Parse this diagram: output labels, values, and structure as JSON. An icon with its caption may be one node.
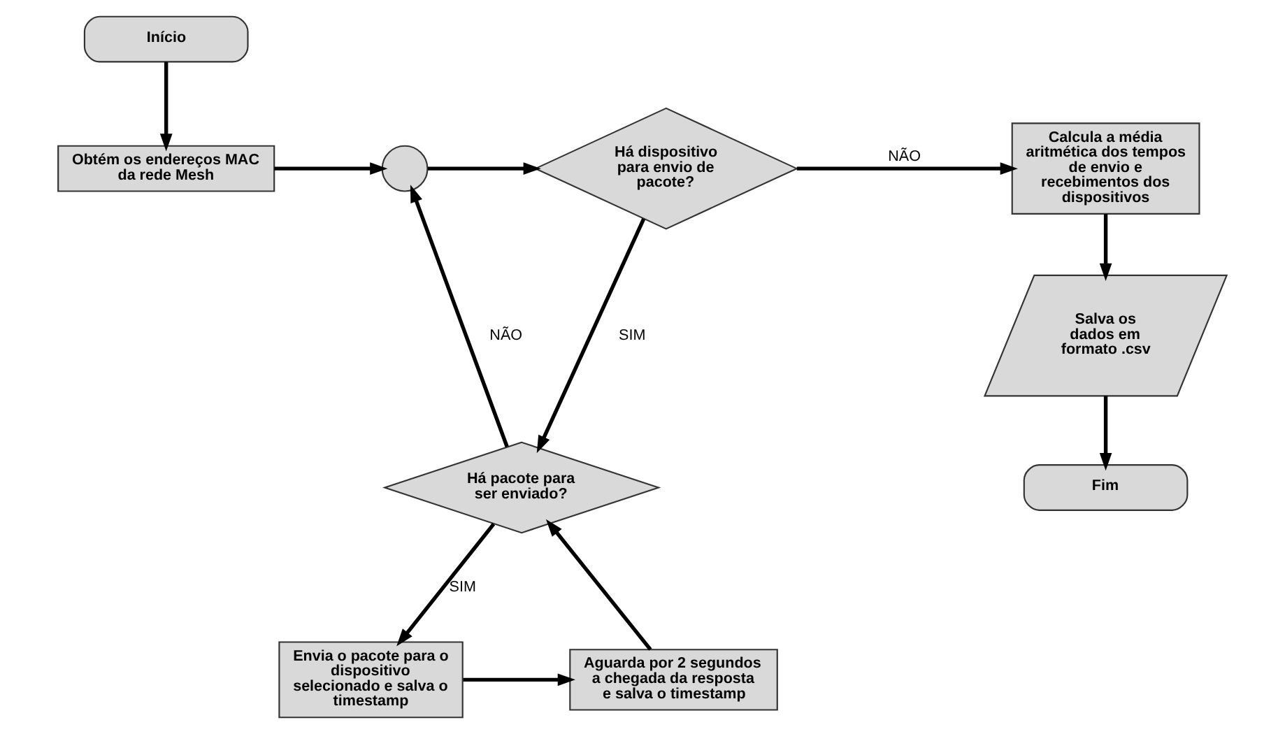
{
  "diagram": {
    "nodes": [
      {
        "text": [
          "Início"
        ]
      },
      {
        "text": [
          "Obtém os endereços MAC da rede Mesh"
        ]
      },
      {
        "text": [],
        "shape": "circle"
      },
      {
        "text": [
          "Há dispositivo para envio de pacote?"
        ]
      },
      {
        "text": [
          "Calcula a média aritmética dos tempos de envio e recebimentos dos dispositivos"
        ]
      },
      {
        "text": [
          "Salva os dados em formato .csv"
        ]
      },
      {
        "text": [
          "Fim"
        ]
      },
      {
        "text": [
          "Há pacote para ser enviado?"
        ]
      },
      {
        "text": [
          "Envia o pacote para o dispositivo selecionado e salva o timestamp"
        ]
      },
      {
        "text": [
          "Aguarda por 2 segundos a chegada da resposta e salva o timestamp"
        ]
      }
    ],
    "edges": [
      {
        "from": 0,
        "to": 1,
        "arrow": "to"
      },
      {
        "from": 1,
        "to": 2,
        "arrow": "to"
      },
      {
        "from": 2,
        "to": 3,
        "arrow": "to"
      },
      {
        "from": 3,
        "to": 4,
        "arrow": "to",
        "label": "NÃO"
      },
      {
        "from": 4,
        "to": 5,
        "arrow": "to"
      },
      {
        "from": 5,
        "to": 6,
        "arrow": "to"
      },
      {
        "from": 3,
        "to": 7,
        "arrow": "to",
        "label": "SIM"
      },
      {
        "from": 7,
        "to": 2,
        "arrow": "to",
        "label": "NÃO"
      },
      {
        "from": 7,
        "to": 8,
        "arrow": "to",
        "label": "SIM"
      },
      {
        "from": 8,
        "to": 9,
        "arrow": "to"
      },
      {
        "from": 9,
        "to": 7,
        "arrow": "to"
      }
    ]
  }
}
